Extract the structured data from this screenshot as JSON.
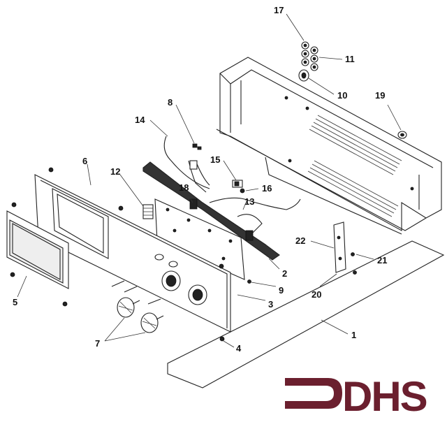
{
  "callouts": [
    "17",
    "11",
    "10",
    "19",
    "8",
    "14",
    "6",
    "15",
    "16",
    "12",
    "18",
    "13",
    "22",
    "21",
    "2",
    "9",
    "20",
    "3",
    "1",
    "5",
    "7",
    "4"
  ],
  "logo": {
    "text": "DHS",
    "color": "#6b1f2e"
  }
}
